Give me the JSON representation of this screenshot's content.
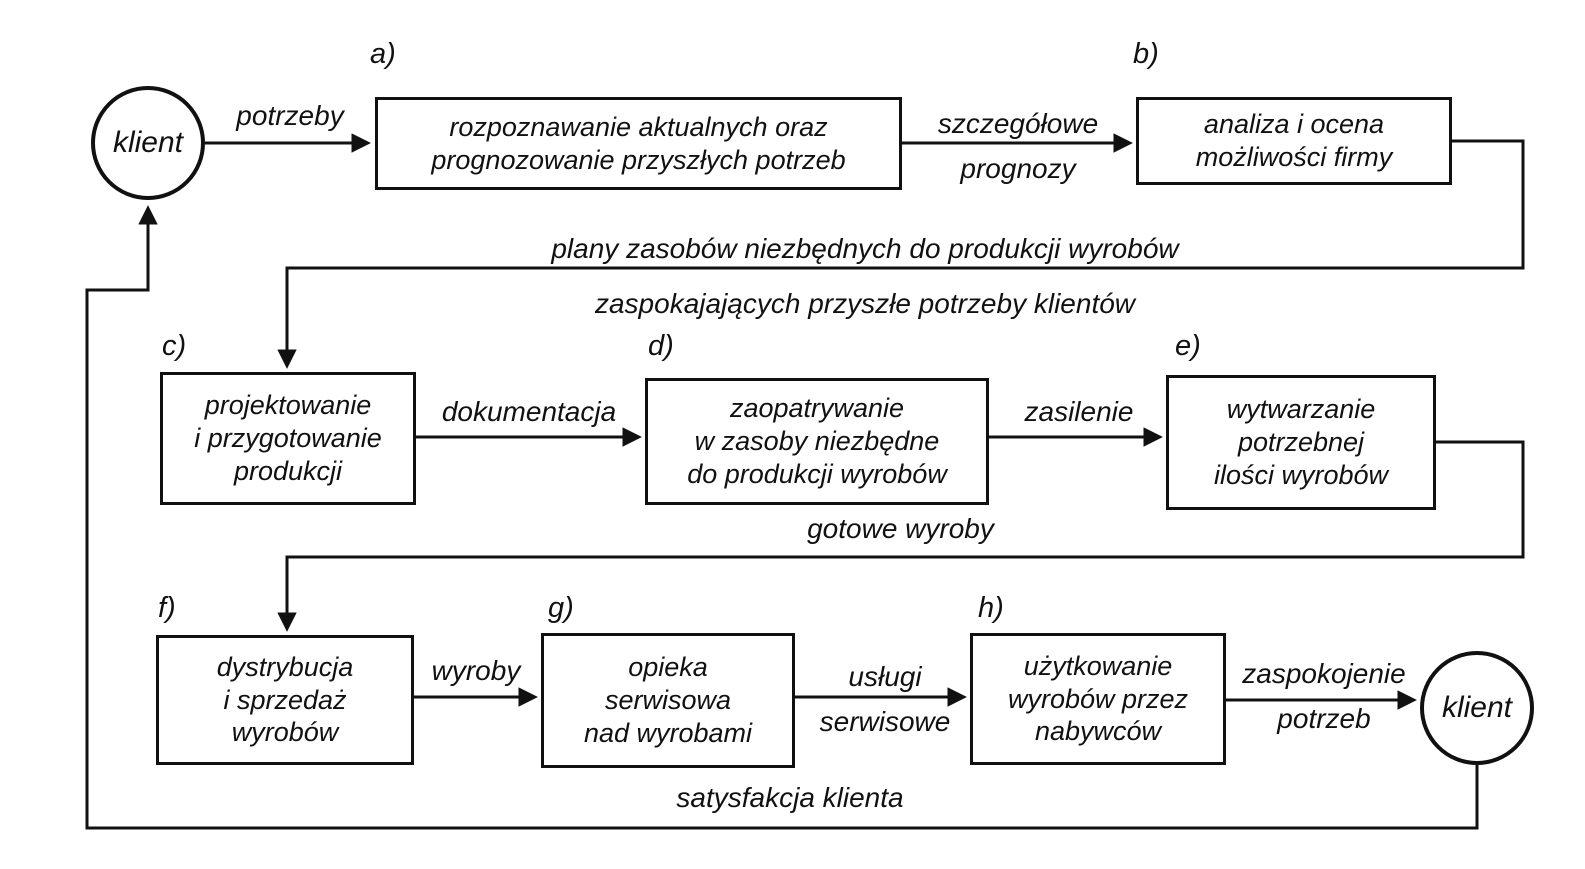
{
  "diagram": {
    "nodes": {
      "client_left": {
        "label": "klient"
      },
      "a": {
        "tag": "a)",
        "line1": "rozpoznawanie aktualnych oraz",
        "line2": "prognozowanie przyszłych potrzeb"
      },
      "b": {
        "tag": "b)",
        "line1": "analiza i ocena",
        "line2": "możliwości firmy"
      },
      "c": {
        "tag": "c)",
        "line1": "projektowanie",
        "line2": "i przygotowanie",
        "line3": "produkcji"
      },
      "d": {
        "tag": "d)",
        "line1": "zaopatrywanie",
        "line2": "w zasoby niezbędne",
        "line3": "do produkcji wyrobów"
      },
      "e": {
        "tag": "e)",
        "line1": "wytwarzanie",
        "line2": "potrzebnej",
        "line3": "ilości wyrobów"
      },
      "f": {
        "tag": "f)",
        "line1": "dystrybucja",
        "line2": "i sprzedaż",
        "line3": "wyrobów"
      },
      "g": {
        "tag": "g)",
        "line1": "opieka",
        "line2": "serwisowa",
        "line3": "nad wyrobami"
      },
      "h": {
        "tag": "h)",
        "line1": "użytkowanie",
        "line2": "wyrobów przez",
        "line3": "nabywców"
      },
      "client_right": {
        "label": "klient"
      }
    },
    "edges": {
      "potrzeby": {
        "label": "potrzeby"
      },
      "szczegolowe_prognozy": {
        "line1": "szczegółowe",
        "line2": "prognozy"
      },
      "plany_zasobow": {
        "line1": "plany zasobów niezbędnych do produkcji wyrobów",
        "line2": "zaspokajających przyszłe potrzeby klientów"
      },
      "dokumentacja": {
        "label": "dokumentacja"
      },
      "zasilenie": {
        "label": "zasilenie"
      },
      "gotowe_wyroby": {
        "label": "gotowe wyroby"
      },
      "wyroby": {
        "label": "wyroby"
      },
      "uslugi_serwisowe": {
        "line1": "usługi",
        "line2": "serwisowe"
      },
      "zaspokojenie_potrzeb": {
        "line1": "zaspokojenie",
        "line2": "potrzeb"
      },
      "satysfakcja_klienta": {
        "label": "satysfakcja klienta"
      }
    },
    "colors": {
      "ink": "#111111",
      "background": "#ffffff"
    }
  }
}
